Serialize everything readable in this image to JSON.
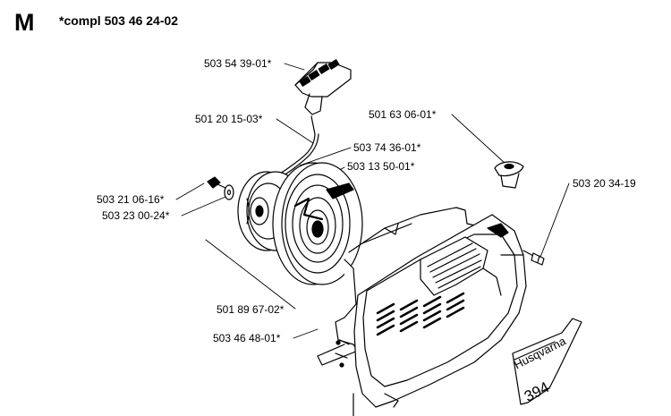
{
  "header": {
    "section_letter": "M",
    "assembly_note": "*compl 503 46 24-02"
  },
  "callouts": [
    {
      "id": "handle",
      "text": "503 54 39-01*"
    },
    {
      "id": "rope",
      "text": "501 20 15-03*"
    },
    {
      "id": "spring-cassette",
      "text": "503 74 36-01*"
    },
    {
      "id": "spring",
      "text": "503 13 50-01*"
    },
    {
      "id": "bolt",
      "text": "503 21 06-16*"
    },
    {
      "id": "washer",
      "text": "503 23 00-24*"
    },
    {
      "id": "pulley",
      "text": "501 89 67-02*"
    },
    {
      "id": "housing",
      "text": "503 46 48-01*"
    },
    {
      "id": "rope-guide",
      "text": "501 63 06-01*"
    },
    {
      "id": "housing-screw",
      "text": "503 20 34-19"
    }
  ],
  "decal": {
    "brand": "Husqvarna",
    "model": "394"
  }
}
